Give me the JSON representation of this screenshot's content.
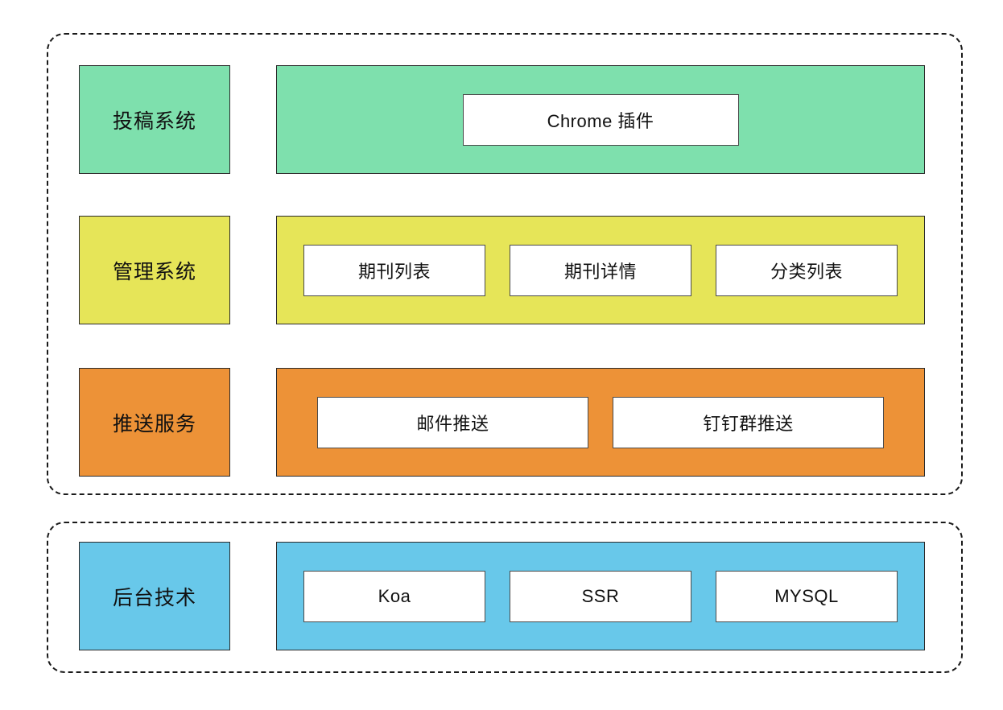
{
  "diagram": {
    "title": "",
    "groups": [
      {
        "id": "application",
        "name": "application-group",
        "layers": [
          {
            "id": "submission",
            "label": "投稿系统",
            "color": "#7ee0ad",
            "color_name": "green",
            "modules": [
              {
                "label": "Chrome 插件",
                "width": "wide"
              }
            ]
          },
          {
            "id": "management",
            "label": "管理系统",
            "color": "#e6e558",
            "color_name": "yellow",
            "modules": [
              {
                "label": "期刊列表",
                "width": "med"
              },
              {
                "label": "期刊详情",
                "width": "med"
              },
              {
                "label": "分类列表",
                "width": "med"
              }
            ]
          },
          {
            "id": "push",
            "label": "推送服务",
            "color": "#ed9237",
            "color_name": "orange",
            "modules": [
              {
                "label": "邮件推送",
                "width": "xwide"
              },
              {
                "label": "钉钉群推送",
                "width": "xwide"
              }
            ]
          }
        ]
      },
      {
        "id": "backend",
        "name": "backend-group",
        "layers": [
          {
            "id": "backend-tech",
            "label": "后台技术",
            "color": "#68c8ea",
            "color_name": "blue",
            "modules": [
              {
                "label": "Koa",
                "width": "med"
              },
              {
                "label": "SSR",
                "width": "med"
              },
              {
                "label": "MYSQL",
                "width": "med"
              }
            ]
          }
        ]
      }
    ],
    "palette": {
      "green": "#7ee0ad",
      "yellow": "#e6e558",
      "orange": "#ed9237",
      "blue": "#68c8ea",
      "module_fill": "#ffffff",
      "stroke": "#2b2b2b",
      "dashed_stroke": "#1a1a1a",
      "background": "#ffffff"
    }
  }
}
